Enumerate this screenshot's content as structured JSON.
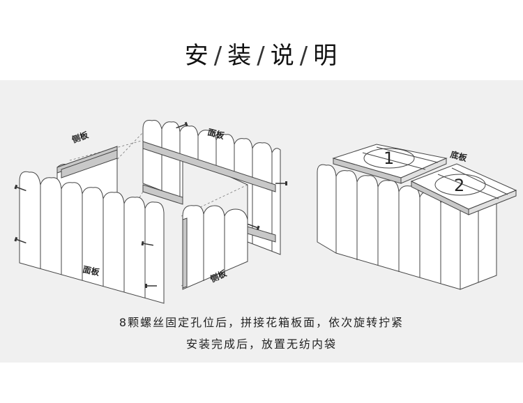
{
  "title": {
    "parts": [
      "安",
      "装",
      "说",
      "明"
    ],
    "separator": "/"
  },
  "labels": {
    "side_left": "侧板",
    "face_back": "面板",
    "face_front": "面板",
    "side_right": "侧板",
    "bottom": "底板",
    "board_1": "1",
    "board_2": "2"
  },
  "captions": {
    "line1": "8颗螺丝固定孔位后，拼接花箱板面，依次旋转拧紧",
    "line2": "安装完成后，放置无纺内袋"
  },
  "colors": {
    "panel_bg": "#f0f0f0",
    "wood_fill": "#ffffff",
    "rail_fill": "#c8c8c8",
    "line": "#444444"
  }
}
